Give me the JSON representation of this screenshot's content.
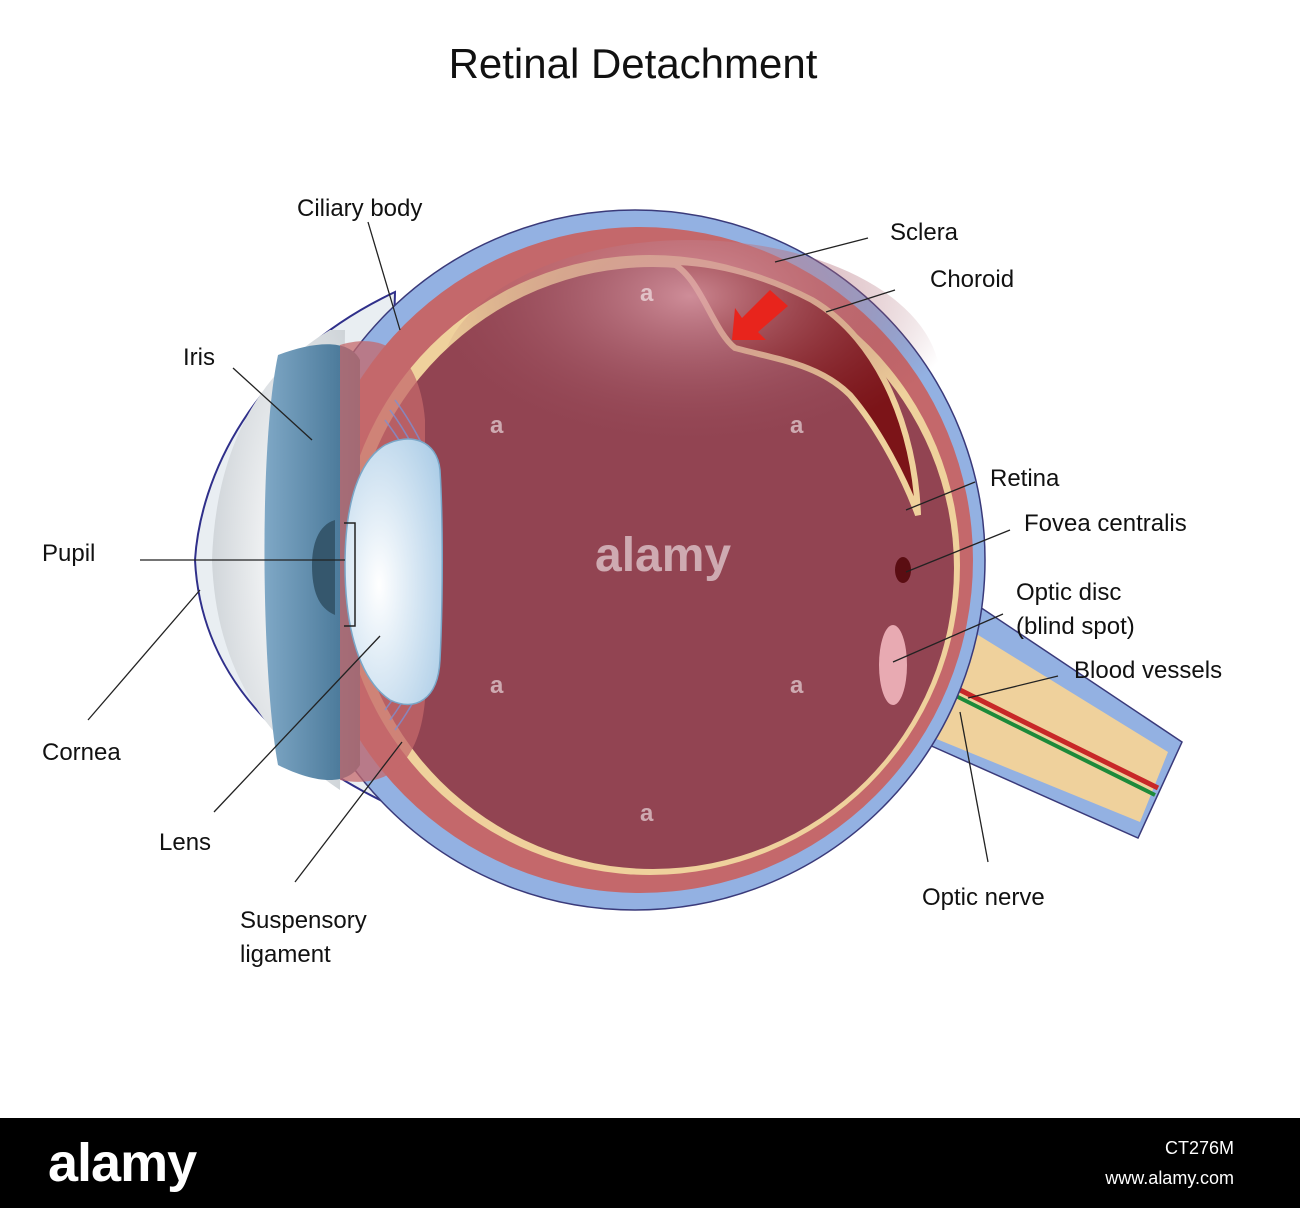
{
  "title": "Retinal Detachment",
  "labels": {
    "ciliary_body": "Ciliary body",
    "sclera": "Sclera",
    "choroid": "Choroid",
    "iris": "Iris",
    "pupil": "Pupil",
    "retina": "Retina",
    "fovea": "Fovea centralis",
    "optic_disc_1": "Optic disc",
    "optic_disc_2": "(blind spot)",
    "blood_vessels": "Blood vessels",
    "cornea": "Cornea",
    "lens": "Lens",
    "suspensory_1": "Suspensory",
    "suspensory_2": "ligament",
    "optic_nerve": "Optic nerve"
  },
  "watermark": {
    "center": "alamy",
    "small": "a"
  },
  "footer": {
    "logo": "alamy",
    "image_code": "CT276M",
    "url": "www.alamy.com"
  },
  "colors": {
    "sclera": "#93b1e2",
    "choroid": "#c4686b",
    "retina": "#efd19c",
    "vitreous": "#924452",
    "detached_pocket": "#7c1418",
    "arrow": "#e8241c",
    "lens": "#cfe6f5",
    "iris": "#5d8aa8"
  }
}
